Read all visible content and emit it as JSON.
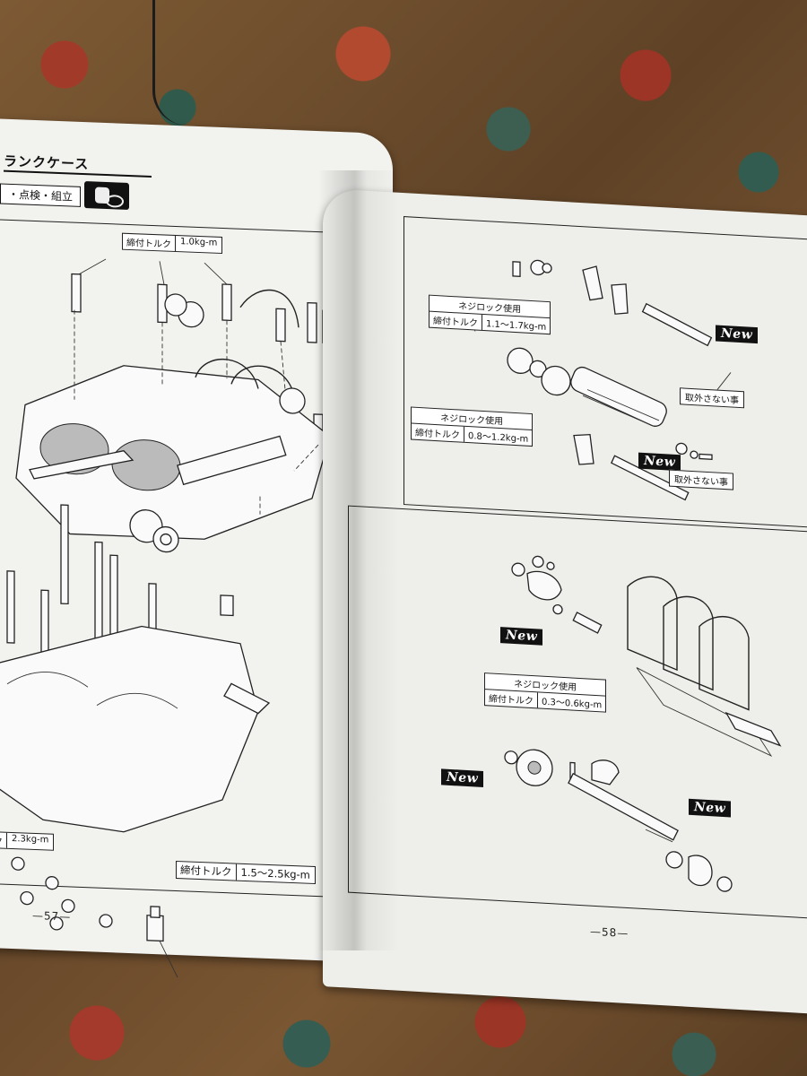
{
  "left_page": {
    "section_title": "ランクケース",
    "subtitle": "・点検・組立",
    "icon": "engine-part-icon",
    "torque_top": {
      "label": "締付トルク",
      "value": "1.0kg-m"
    },
    "torque_bottom_left": {
      "label": "ク",
      "value": "2.3kg-m"
    },
    "torque_drain": {
      "label": "締付トルク",
      "value": "1.5～2.5kg-m"
    },
    "page_number": "—57—"
  },
  "right_page": {
    "top_panel": {
      "neji_lock_1": {
        "header": "ネジロック使用",
        "label": "締付トルク",
        "value": "1.1～1.7kg-m"
      },
      "neji_lock_2": {
        "header": "ネジロック使用",
        "label": "締付トルク",
        "value": "0.8～1.2kg-m"
      },
      "new_badges": [
        "New",
        "New"
      ],
      "remarks": [
        "取外さない事",
        "取外さない事"
      ]
    },
    "bottom_panel": {
      "neji_lock_3": {
        "header": "ネジロック使用",
        "label": "締付トルク",
        "value": "0.3～0.6kg-m"
      },
      "new_badges": [
        "New",
        "New",
        "New"
      ]
    },
    "page_number": "—58—"
  }
}
